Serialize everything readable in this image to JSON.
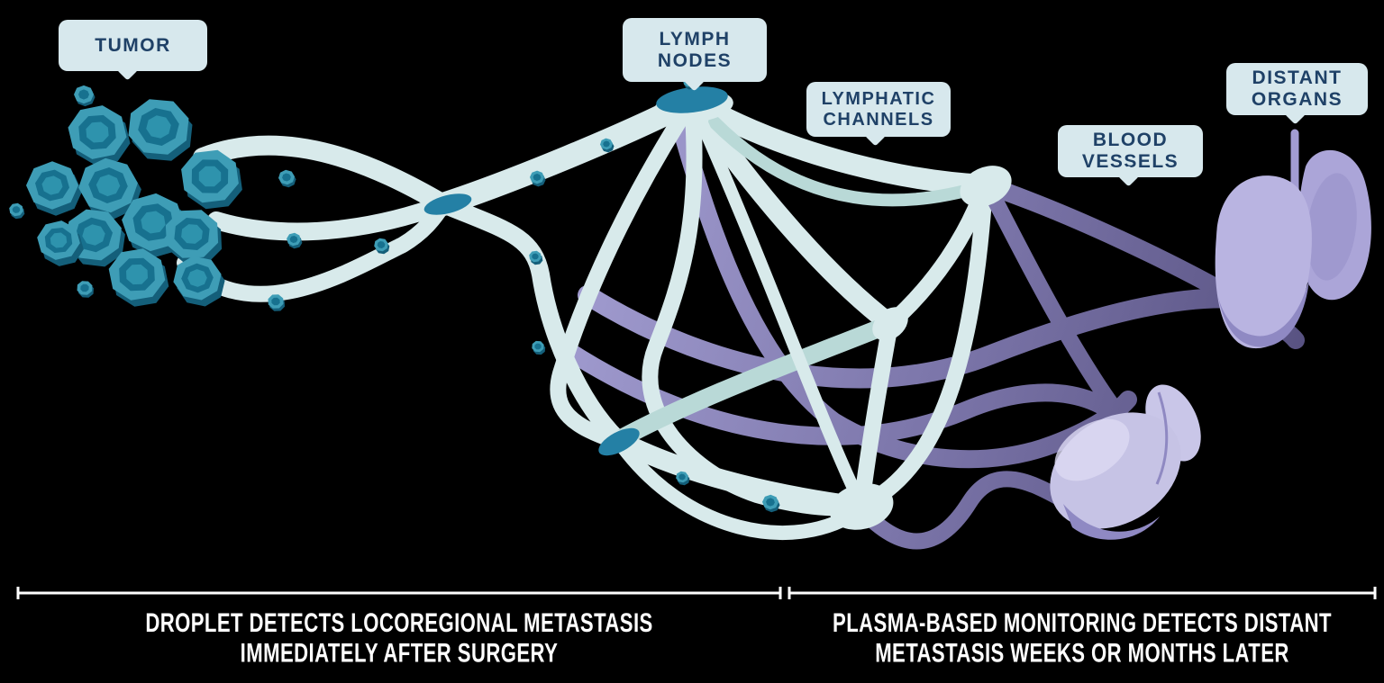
{
  "figure": {
    "title": "Tumor metastasis monitoring pathway diagram",
    "callouts": [
      {
        "id": "tumor",
        "lines": [
          "TUMOR"
        ]
      },
      {
        "id": "lymph-nodes",
        "lines": [
          "LYMPH",
          "NODES"
        ]
      },
      {
        "id": "lymphatic-channels",
        "lines": [
          "LYMPHATIC",
          "CHANNELS"
        ]
      },
      {
        "id": "blood-vessels",
        "lines": [
          "BLOOD",
          "VESSELS"
        ]
      },
      {
        "id": "distant-organs",
        "lines": [
          "DISTANT",
          "ORGANS"
        ]
      }
    ],
    "captions": {
      "left": {
        "line1": "DROPLET DETECTS LOCOREGIONAL METASTASIS",
        "line2": "IMMEDIATELY AFTER SURGERY"
      },
      "right": {
        "line1": "PLASMA-BASED MONITORING DETECTS DISTANT",
        "line2": "METASTASIS WEEKS OR MONTHS LATER"
      }
    },
    "palette": {
      "background": "#000000",
      "lymph_vessel": "#d8eaeb",
      "lymph_vessel_alt": "#b9d9d7",
      "lymph_node": "#2480a5",
      "cell_body": "#3e9db6",
      "cell_ring": "#17718f",
      "cell_core": "#2e93ad",
      "cell_shadow": "#145f7a",
      "blood_vessel_light": "#a5a0d4",
      "blood_vessel_dark": "#544e7d",
      "organ_light": "#c6c3e5",
      "organ_mid": "#aba5d8",
      "organ_shadow": "#8f89c3",
      "bubble_bg": "#d7e8ed",
      "bubble_text": "#1f4167",
      "caption_text": "#ffffff"
    }
  }
}
